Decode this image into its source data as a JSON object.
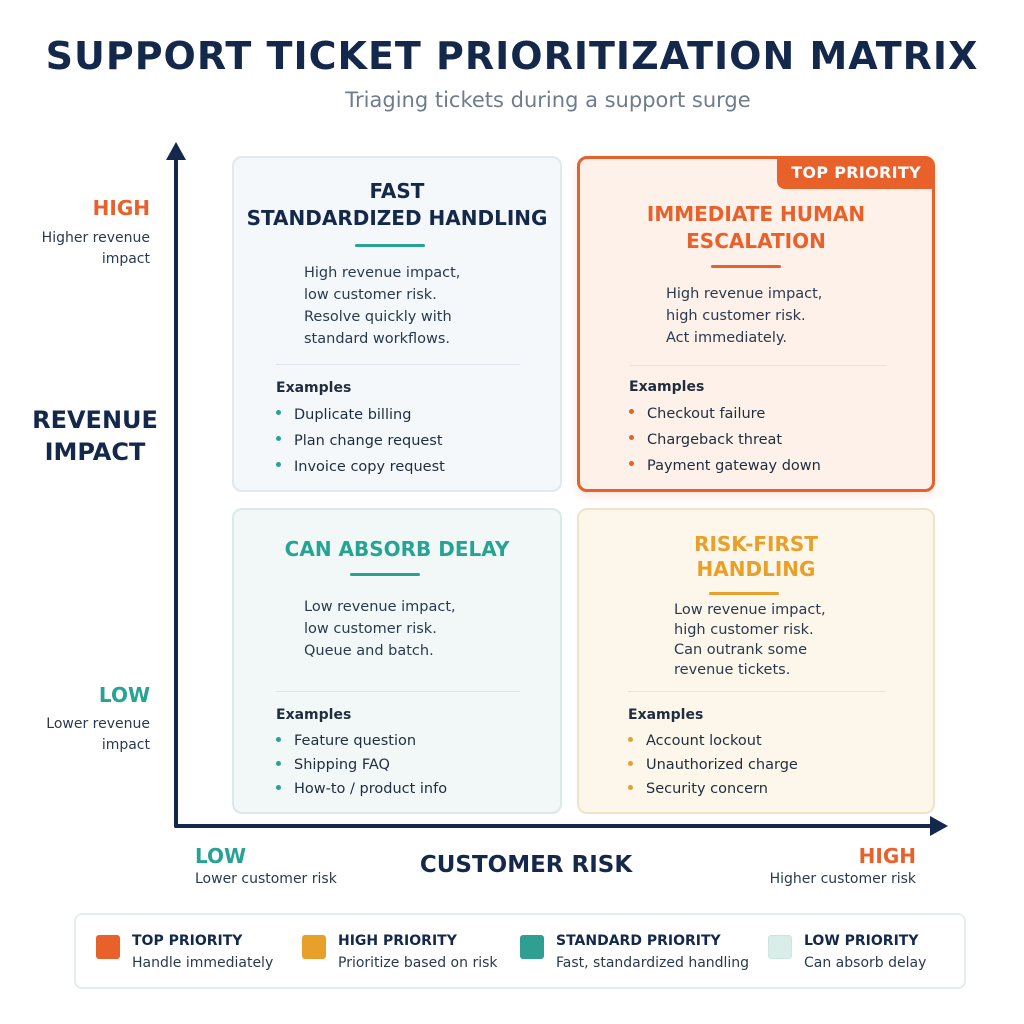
{
  "header": {
    "title": "SUPPORT TICKET PRIORITIZATION MATRIX",
    "subtitle": "Triaging tickets during a support surge"
  },
  "y_axis": {
    "title": "REVENUE\nIMPACT",
    "high_label": "HIGH",
    "high_desc": "Higher revenue impact",
    "low_label": "LOW",
    "low_desc": "Lower revenue impact"
  },
  "x_axis": {
    "title": "CUSTOMER RISK",
    "low_label": "LOW",
    "low_desc": "Lower customer risk",
    "high_label": "HIGH",
    "high_desc": "Higher customer risk"
  },
  "quadrants": {
    "top_left": {
      "title": "FAST\nSTANDARDIZED HANDLING",
      "description": "High revenue impact,\nlow customer risk.\nResolve quickly with\nstandard workflows.",
      "examples_label": "Examples",
      "examples": [
        "Duplicate billing",
        "Plan change request",
        "Invoice copy request"
      ]
    },
    "top_right": {
      "badge": "TOP PRIORITY",
      "title": "IMMEDIATE HUMAN\nESCALATION",
      "description": "High revenue impact,\nhigh customer risk.\nAct immediately.",
      "examples_label": "Examples",
      "examples": [
        "Checkout failure",
        "Chargeback threat",
        "Payment gateway down"
      ]
    },
    "bottom_left": {
      "title": "CAN ABSORB DELAY",
      "description": "Low revenue impact,\nlow customer risk.\nQueue and batch.",
      "examples_label": "Examples",
      "examples": [
        "Feature question",
        "Shipping FAQ",
        "How-to / product info"
      ]
    },
    "bottom_right": {
      "title": "RISK-FIRST\nHANDLING",
      "description": "Low revenue impact,\nhigh customer risk.\nCan outrank some\nrevenue tickets.",
      "examples_label": "Examples",
      "examples": [
        "Account lockout",
        "Unauthorized charge",
        "Security concern"
      ]
    }
  },
  "legend": [
    {
      "title": "TOP PRIORITY",
      "desc": "Handle immediately",
      "color": "#e8602a"
    },
    {
      "title": "HIGH PRIORITY",
      "desc": "Prioritize based on risk",
      "color": "#e8a02a"
    },
    {
      "title": "STANDARD PRIORITY",
      "desc": "Fast, standardized handling",
      "color": "#2f9f94"
    },
    {
      "title": "LOW PRIORITY",
      "desc": "Can absorb delay",
      "color": "#d9ede9"
    }
  ],
  "colors": {
    "navy": "#14284b",
    "orange": "#e8602a",
    "amber": "#e8a02a",
    "teal": "#27a394"
  }
}
